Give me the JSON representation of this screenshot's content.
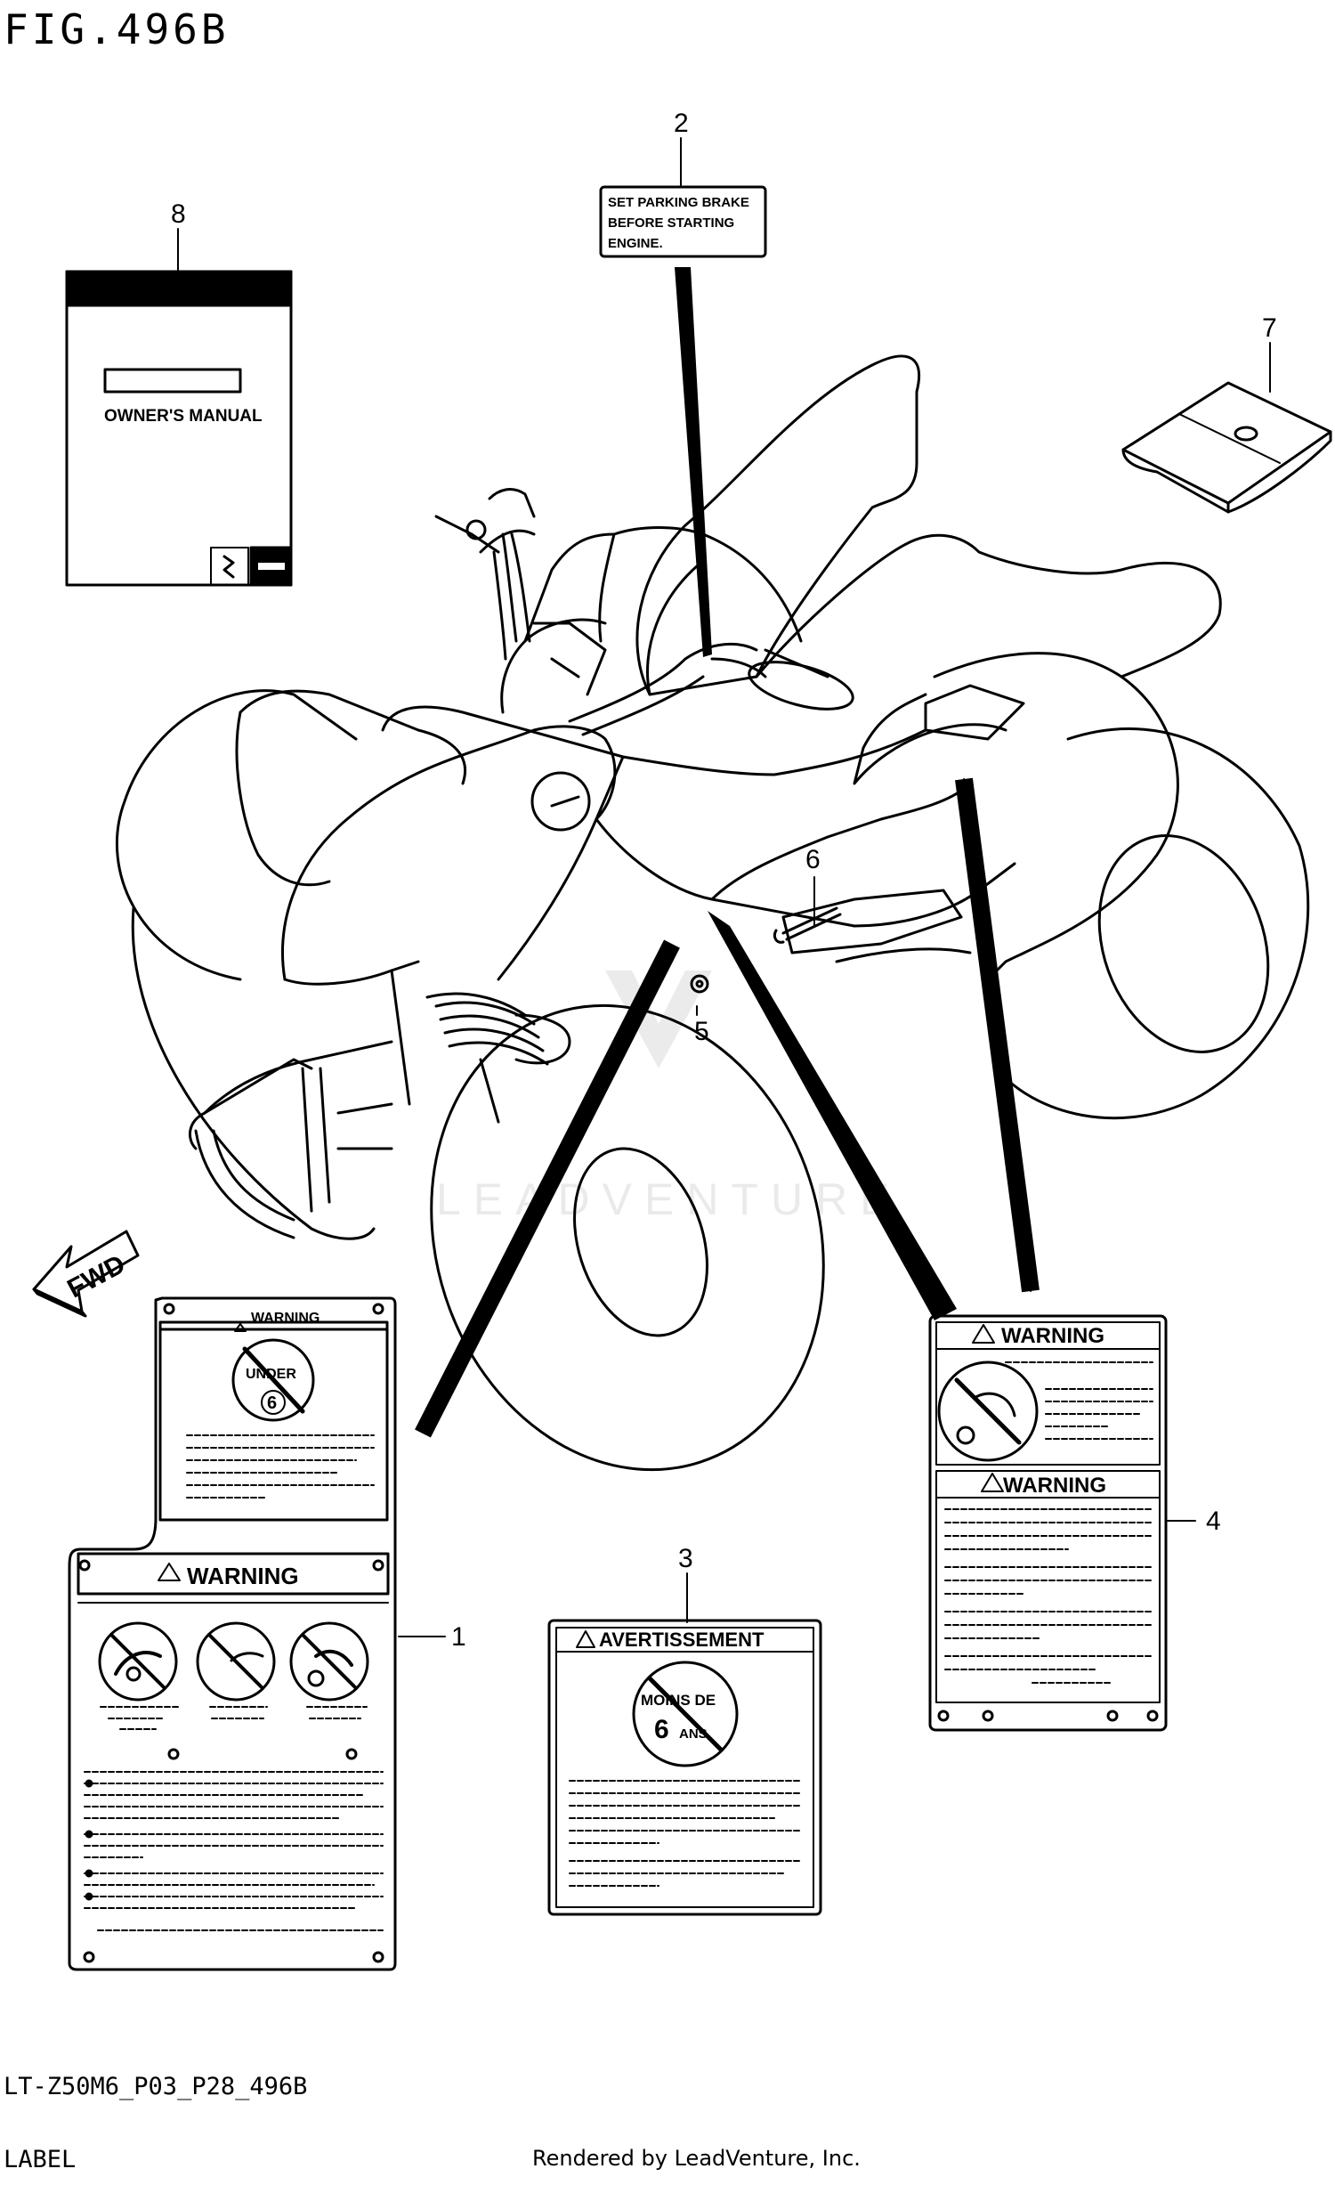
{
  "figure": {
    "title": "FIG.496B",
    "code": "LT-Z50M6_P03_P28_496B",
    "name": "LABEL",
    "rendered_by": "Rendered by LeadVenture, Inc.",
    "watermark": "LEADVENTURE"
  },
  "callouts": [
    "1",
    "2",
    "3",
    "4",
    "5",
    "6",
    "7",
    "8"
  ],
  "labels": {
    "parking_brake": {
      "line1": "SET PARKING BRAKE",
      "line2": "BEFORE STARTING",
      "line3": "ENGINE."
    },
    "owners_manual": {
      "text": "OWNER'S MANUAL"
    },
    "warning": "WARNING",
    "avertissement": "AVERTISSEMENT",
    "under": "UNDER",
    "six": "6",
    "moins_de": "MOINS DE",
    "ans": "ANS",
    "fwd": "FWD"
  }
}
